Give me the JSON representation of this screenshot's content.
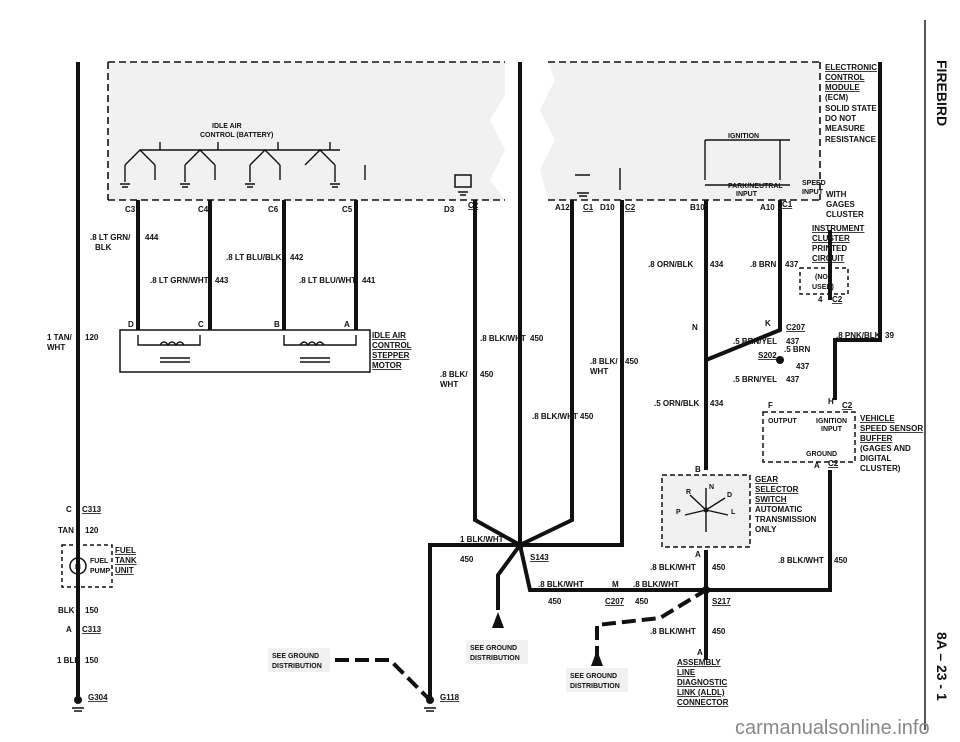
{
  "side_title": "FIREBIRD",
  "page_number": "8A – 23 - 1",
  "watermark": "carmanualsonline.info",
  "ecm": {
    "lines": [
      "ELECTRONIC",
      "CONTROL",
      "MODULE",
      "(ECM)",
      "SOLID STATE",
      "DO NOT",
      "MEASURE",
      "RESISTANCE"
    ],
    "idle_air_control_battery": [
      "IDLE AIR",
      "CONTROL (BATTERY)"
    ],
    "ignition": "IGNITION",
    "park_neutral": "PARK/NEUTRAL",
    "input": "INPUT",
    "speed_input": [
      "SPEED",
      "INPUT"
    ],
    "terminals": [
      "C3",
      "C4",
      "C6",
      "C5",
      "D3",
      "C2",
      "A12",
      "C1",
      "D10",
      "C2",
      "B10",
      "A10",
      "C1"
    ]
  },
  "with_gages": [
    "WITH",
    "GAGES",
    "CLUSTER"
  ],
  "instrument_cluster": [
    "INSTRUMENT",
    "CLUSTER",
    "PRINTED",
    "CIRCUIT"
  ],
  "not_used": [
    "(NOT",
    "USED)"
  ],
  "wires": {
    "w444": [
      ".8 LT GRN/",
      "BLK",
      "444"
    ],
    "w442": [
      ".8 LT BLU/BLK",
      "442"
    ],
    "w443": [
      ".8 LT GRN/WHT",
      "443"
    ],
    "w441": [
      ".8 LT BLU/WHT",
      "441"
    ],
    "w120a": [
      "1 TAN/",
      "WHT",
      "120"
    ],
    "w450a": [
      ".8 BLK/WHT",
      "450"
    ],
    "w450b": [
      ".8 BLK/",
      "WHT",
      "450"
    ],
    "w450c": [
      ".8 BLK/",
      "WHT",
      "450"
    ],
    "w450d": [
      ".8 BLK/WHT",
      "450"
    ],
    "w434a": [
      ".8 ORN/BLK",
      "434"
    ],
    "w437a": [
      ".8 BRN",
      "437"
    ],
    "w437b": [
      ".5 BRN/YEL",
      "437"
    ],
    "w437c": [
      ".5 BRN"
    ],
    "w437d": [
      "437"
    ],
    "w437e": [
      ".5 BRN/YEL",
      "437"
    ],
    "w434b": [
      ".5 ORN/BLK",
      "434"
    ],
    "w39": [
      ".8 PNK/BLK",
      "39"
    ],
    "w120b": [
      "TAN",
      "120"
    ],
    "w150a": [
      "BLK",
      "150"
    ],
    "w150b": [
      "1 BLK",
      "150"
    ],
    "w450e": [
      "1 BLK/WHT",
      "450"
    ],
    "w450f": [
      ".8 BLK/WHT",
      "450"
    ],
    "w450g": [
      ".8 BLK/WHT",
      "450"
    ],
    "w450h": [
      ".8 BLK/WHT",
      "450"
    ],
    "w450i": [
      ".8 BLK/WHT",
      "450"
    ],
    "w450j": [
      ".8 BLK/WHT",
      "450"
    ]
  },
  "idle_motor": [
    "IDLE AIR",
    "CONTROL",
    "STEPPER",
    "MOTOR"
  ],
  "motor_pins": [
    "D",
    "C",
    "B",
    "A"
  ],
  "connectors": {
    "c313a": "C313",
    "c313b": "C313",
    "c207a": "C207",
    "c207b": "C207",
    "c2a": "C2",
    "c2b": "C2",
    "c2c": "C2",
    "s202": "S202",
    "s143": "S143",
    "s217": "S217",
    "g304": "G304",
    "g118": "G118",
    "pin_c": "C",
    "pin_a": "A",
    "pin_k": "K",
    "pin_n": "N",
    "pin_4": "4",
    "pin_f": "F",
    "pin_h": "H",
    "pin_a2": "A",
    "pin_b": "B",
    "pin_a3": "A",
    "pin_a4": "A",
    "pin_m": "M"
  },
  "fuel_pump": [
    "FUEL",
    "PUMP"
  ],
  "fuel_tank_unit": [
    "FUEL",
    "TANK",
    "UNIT"
  ],
  "vss_buffer": [
    "VEHICLE",
    "SPEED SENSOR",
    "BUFFER",
    "(GAGES AND",
    "DIGITAL",
    "CLUSTER)"
  ],
  "vss_labels": {
    "output": "OUTPUT",
    "ignition_input": [
      "IGNITION",
      "INPUT"
    ],
    "ground": "GROUND"
  },
  "gear_selector": [
    "GEAR",
    "SELECTOR",
    "SWITCH",
    "AUTOMATIC",
    "TRANSMISSION",
    "ONLY"
  ],
  "gear_letters": [
    "R",
    "N",
    "D",
    "P",
    "L"
  ],
  "ground_dist": [
    "SEE GROUND",
    "DISTRIBUTION"
  ],
  "aldl": [
    "ASSEMBLY",
    "LINE",
    "DIAGNOSTIC",
    "LINK (ALDL)",
    "CONNECTOR"
  ]
}
